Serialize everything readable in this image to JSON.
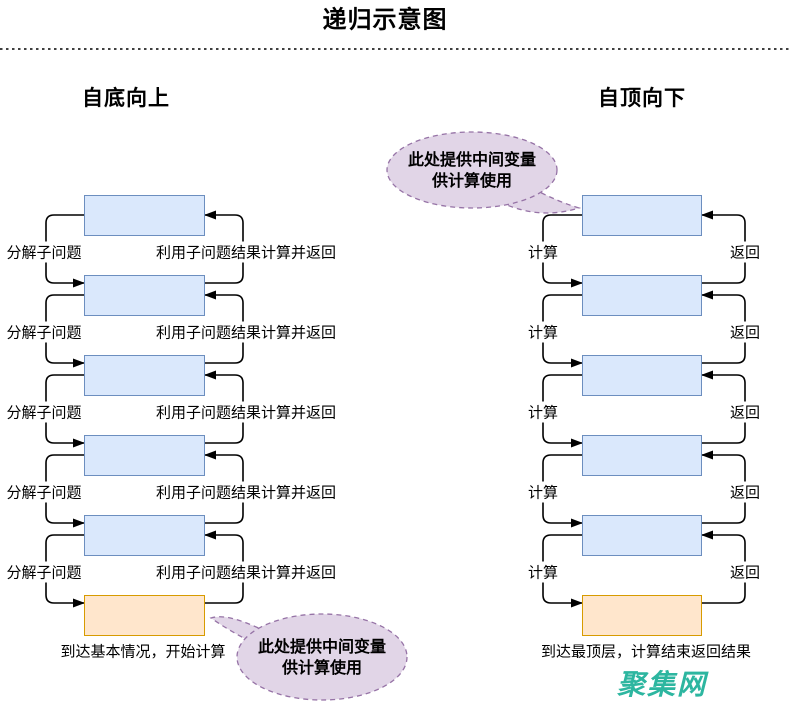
{
  "title": "递归示意图",
  "columns": {
    "left": {
      "heading": "自底向上",
      "decompose_label": "分解子问题",
      "combine_label": "利用子问题结果计算并返回",
      "caption": "到达基本情况，开始计算"
    },
    "right": {
      "heading": "自顶向下",
      "down_label": "计算",
      "up_label": "返回",
      "caption": "到达最顶层，计算结束返回结果"
    }
  },
  "callouts": {
    "top": {
      "line1": "此处提供中间变量",
      "line2": "供计算使用"
    },
    "bottom": {
      "line1": "此处提供中间变量",
      "line2": "供计算使用"
    }
  },
  "watermark": "聚集网",
  "colors": {
    "blue_box_fill": "#dae8fc",
    "blue_box_stroke": "#6c8ebf",
    "orange_box_fill": "#ffe6cc",
    "orange_box_stroke": "#d79b00",
    "callout_fill": "#e1d5e7",
    "callout_stroke": "#9673a6",
    "arrow": "#000000",
    "watermark": "#2db6a0"
  }
}
